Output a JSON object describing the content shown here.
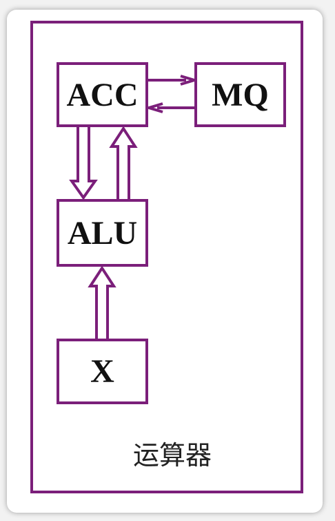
{
  "diagram": {
    "boxes": {
      "acc": "ACC",
      "mq": "MQ",
      "alu": "ALU",
      "x": "X"
    },
    "caption": "运算器",
    "colors": {
      "border": "#7b1f7a",
      "text": "#111111"
    }
  }
}
